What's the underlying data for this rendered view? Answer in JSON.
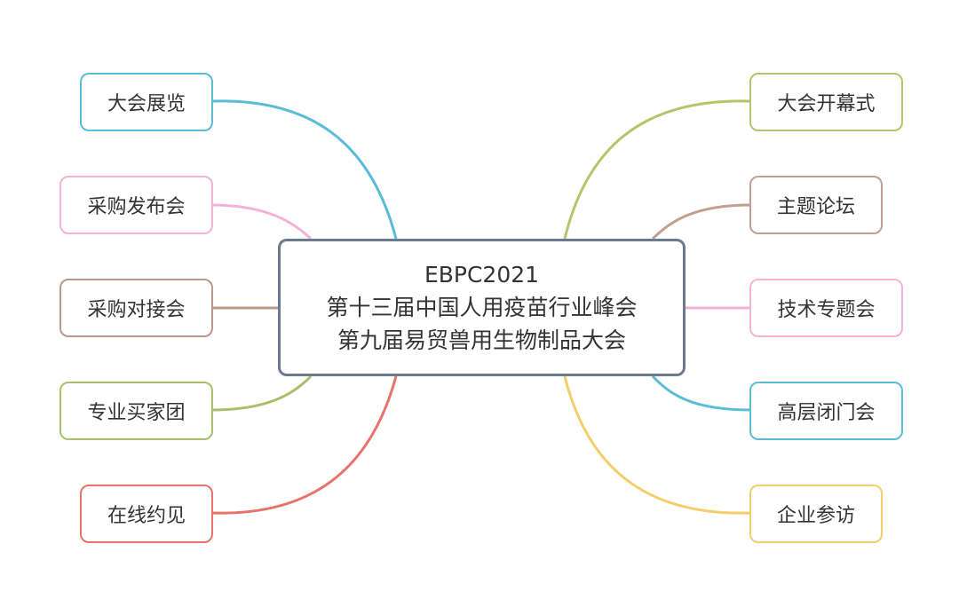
{
  "center": {
    "line1": "EBPC2021",
    "line2": "第十三届中国人用疫苗行业峰会",
    "line3": "第九届易贸兽用生物制品大会"
  },
  "left_nodes": [
    {
      "label": "大会展览",
      "color": "#5bbcd6"
    },
    {
      "label": "采购发布会",
      "color": "#f4b3d6"
    },
    {
      "label": "采购对接会",
      "color": "#b8998a"
    },
    {
      "label": "专业买家团",
      "color": "#a9c06a"
    },
    {
      "label": "在线约见",
      "color": "#e8736a"
    }
  ],
  "right_nodes": [
    {
      "label": "大会开幕式",
      "color": "#b5c46a"
    },
    {
      "label": "主题论坛",
      "color": "#c49e8e"
    },
    {
      "label": "技术专题会",
      "color": "#f4b3d6"
    },
    {
      "label": "高层闭门会",
      "color": "#5bbcd6"
    },
    {
      "label": "企业参访",
      "color": "#f2cf6a"
    }
  ]
}
